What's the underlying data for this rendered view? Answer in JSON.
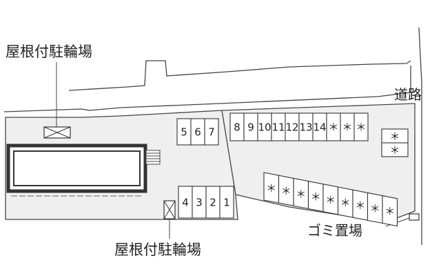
{
  "labels": {
    "bicycle_parking_top": "屋根付駐輪場",
    "bicycle_parking_bottom": "屋根付駐輪場",
    "road": "道路",
    "garbage": "ゴミ置場"
  },
  "slots": {
    "mid_top": [
      "5",
      "6",
      "7"
    ],
    "mid_bottom": [
      "4",
      "3",
      "2",
      "1"
    ],
    "right_top": [
      "8",
      "9",
      "10",
      "11",
      "12",
      "13",
      "14",
      "＊",
      "＊",
      "＊"
    ],
    "right_small": [
      "＊",
      "＊"
    ],
    "diagonal": [
      "＊",
      "＊",
      "＊",
      "＊",
      "＊",
      "＊",
      "＊",
      "＊",
      "＊"
    ]
  }
}
